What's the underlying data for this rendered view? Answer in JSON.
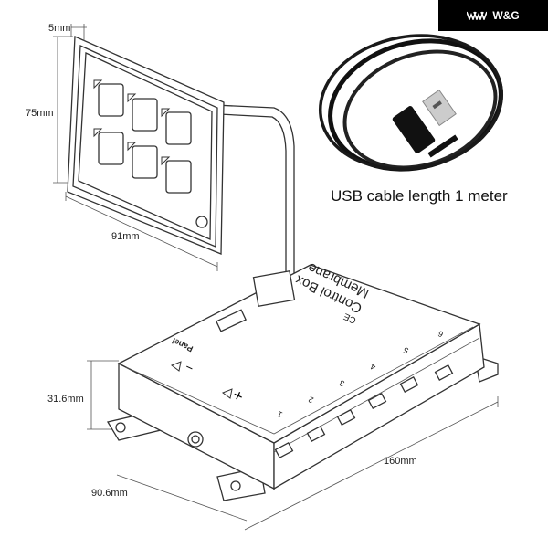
{
  "brand": {
    "logo_text": "W&G"
  },
  "caption": {
    "usb": "USB cable length 1 meter"
  },
  "dimensions": {
    "panel_thickness": "5mm",
    "panel_height": "75mm",
    "panel_width": "91mm",
    "box_height": "31.6mm",
    "box_depth": "90.6mm",
    "box_length": "160mm"
  },
  "box": {
    "title_line1": "Membrane",
    "title_line2": "Control Box",
    "ce_mark": "CE",
    "panel_port": "Panel",
    "minus": "−",
    "plus": "+",
    "outputs": [
      "1",
      "2",
      "3",
      "4",
      "5",
      "6"
    ]
  },
  "colors": {
    "brand_bg": "#000000",
    "line": "#333333"
  }
}
